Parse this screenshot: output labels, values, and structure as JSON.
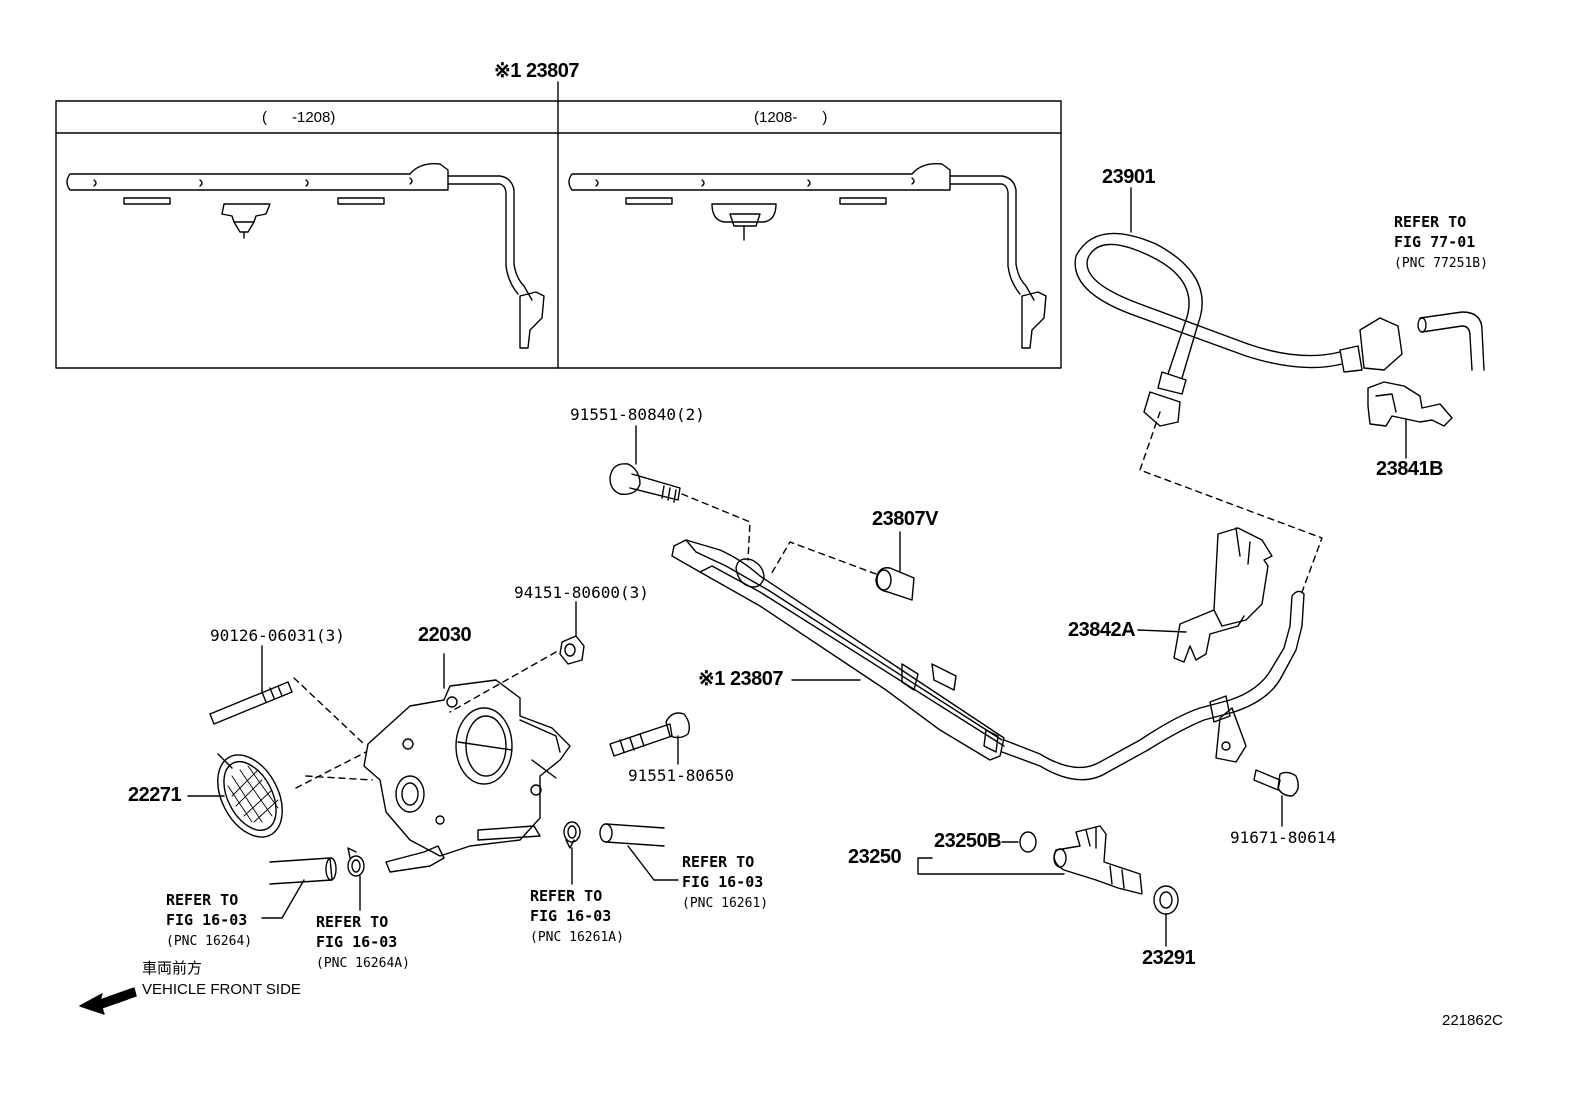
{
  "callouts": {
    "top_header": "※1 23807",
    "variant_left": "(      -1208)",
    "variant_right": "(1208-      )",
    "p23901": "23901",
    "p23841b": "23841B",
    "p91551_80840": "91551-80840(2)",
    "p23807v": "23807V",
    "p94151": "94151-80600(3)",
    "p90126": "90126-06031(3)",
    "p22030": "22030",
    "p23842a": "23842A",
    "p23807_main": "※1 23807",
    "p22271": "22271",
    "p91551_80650": "91551-80650",
    "p23250": "23250",
    "p23250b": "23250B",
    "p91671": "91671-80614",
    "p23291": "23291"
  },
  "refers": {
    "r77": {
      "l1": "REFER TO",
      "l2": "FIG 77-01",
      "l3": "(PNC 77251B)"
    },
    "r16264": {
      "l1": "REFER TO",
      "l2": "FIG 16-03",
      "l3": "(PNC 16264)"
    },
    "r16264a": {
      "l1": "REFER TO",
      "l2": "FIG 16-03",
      "l3": "(PNC 16264A)"
    },
    "r16261a": {
      "l1": "REFER TO",
      "l2": "FIG 16-03",
      "l3": "(PNC 16261A)"
    },
    "r16261": {
      "l1": "REFER TO",
      "l2": "FIG 16-03",
      "l3": "(PNC 16261)"
    }
  },
  "direction": {
    "japanese": "車両前方",
    "english": "VEHICLE FRONT SIDE"
  },
  "figure_code": "221862C",
  "colors": {
    "line": "#000000",
    "background": "#ffffff"
  }
}
